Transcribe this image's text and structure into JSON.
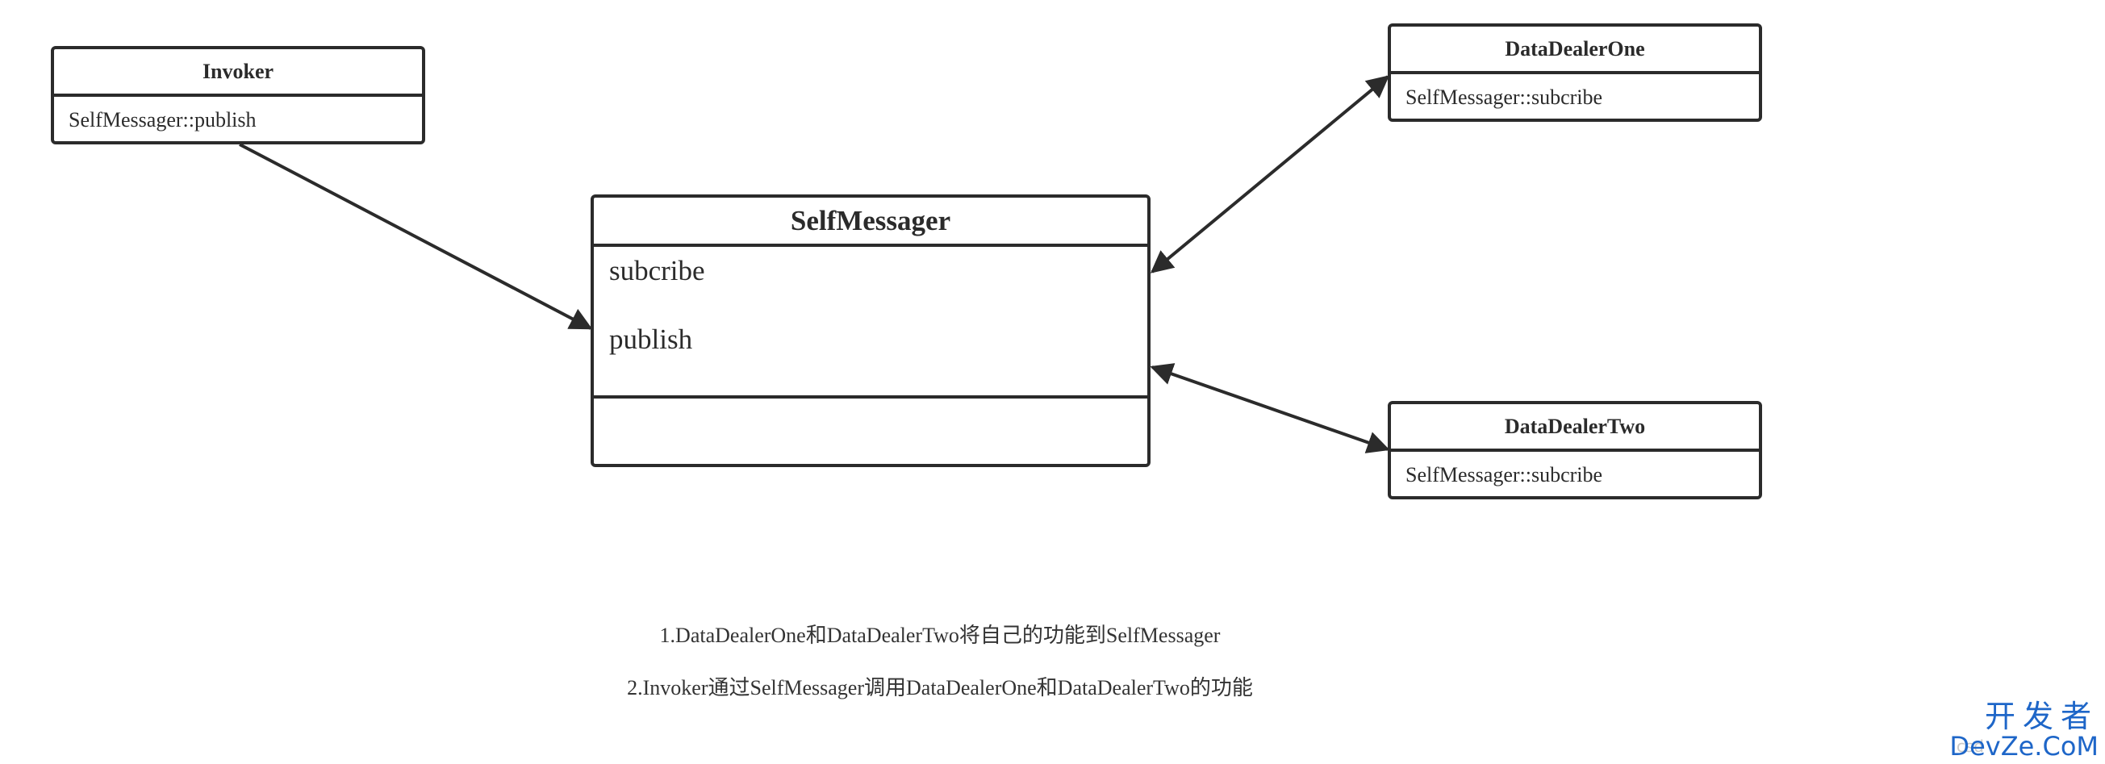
{
  "colors": {
    "line": "#2b2b2b",
    "text": "#2b2b2b",
    "watermark": "#1e66c8"
  },
  "boxes": {
    "invoker": {
      "title": "Invoker",
      "body": "SelfMessager::publish"
    },
    "main": {
      "title": "SelfMessager",
      "operations": [
        "subcribe",
        "publish"
      ]
    },
    "dealer_one": {
      "title": "DataDealerOne",
      "body": "SelfMessager::subcribe"
    },
    "dealer_two": {
      "title": "DataDealerTwo",
      "body": "SelfMessager::subcribe"
    }
  },
  "notes": [
    "1.DataDealerOne和DataDealerTwo将自己的功能到SelfMessager",
    "2.Invoker通过SelfMessager调用DataDealerOne和DataDealerTwo的功能"
  ],
  "watermark": {
    "cn": "开发者",
    "en": "DevZe.CoM",
    "csdn": "csd"
  }
}
